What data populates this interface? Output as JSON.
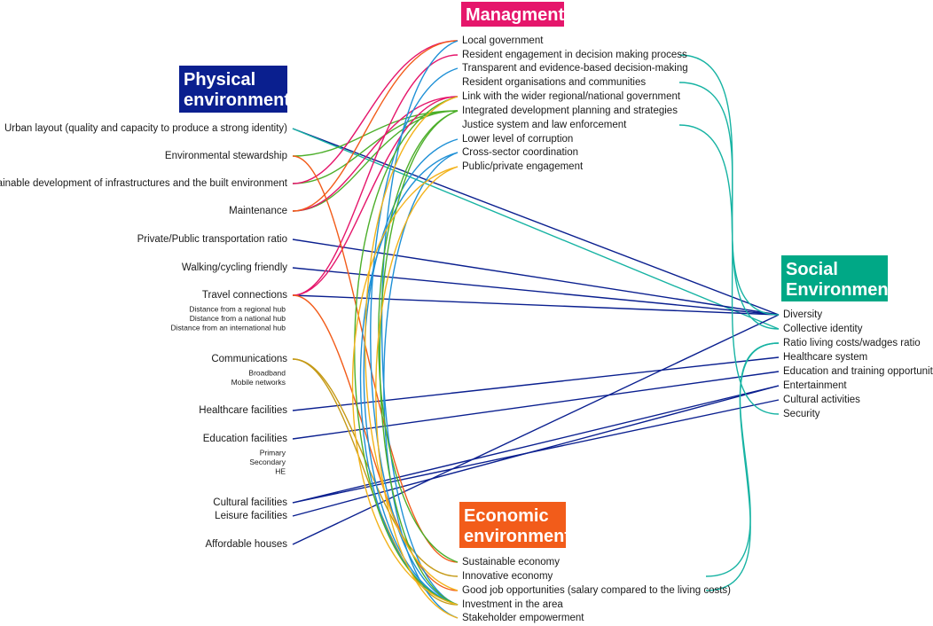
{
  "colors": {
    "physical": "#0a1f8f",
    "management": "#e5166b",
    "social": "#00a886",
    "economic": "#f25c1a",
    "navy": "#0a1f8f",
    "magenta": "#e5166b",
    "teal": "#17b3a3",
    "orange": "#f25c1a",
    "olive": "#c59a17",
    "green": "#4daf2b",
    "blue": "#1e90d6",
    "yellow": "#f3b31c"
  },
  "categories": {
    "physical": {
      "line1": "Physical",
      "line2": "environment"
    },
    "management": {
      "line1": "Managment"
    },
    "social": {
      "line1": "Social",
      "line2": "Environment"
    },
    "economic": {
      "line1": "Economic",
      "line2": "environment"
    }
  },
  "physical_items": [
    {
      "id": "urban",
      "label": "Urban layout (quality and capacity to produce a strong identity)"
    },
    {
      "id": "envstew",
      "label": "Environmental stewardship"
    },
    {
      "id": "sustinfra",
      "label": "Sustainable development of infrastructures and the built environment"
    },
    {
      "id": "maint",
      "label": "Maintenance"
    },
    {
      "id": "ppt",
      "label": "Private/Public transportation ratio"
    },
    {
      "id": "walk",
      "label": "Walking/cycling friendly"
    },
    {
      "id": "travel",
      "label": "Travel connections",
      "subs": [
        "Distance from a regional hub",
        "Distance from a national hub",
        "Distance from an international hub"
      ]
    },
    {
      "id": "comms",
      "label": "Communications",
      "subs": [
        "Broadband",
        "Mobile networks"
      ]
    },
    {
      "id": "healthfac",
      "label": "Healthcare facilities"
    },
    {
      "id": "edufac",
      "label": "Education facilities",
      "subs": [
        "Primary",
        "Secondary",
        "HE"
      ]
    },
    {
      "id": "cultfac",
      "label": "Cultural facilities"
    },
    {
      "id": "leisfac",
      "label": "Leisure facilities"
    },
    {
      "id": "afford",
      "label": "Affordable houses"
    }
  ],
  "management_items": [
    {
      "id": "localgov",
      "label": "Local government"
    },
    {
      "id": "reseng",
      "label": "Resident engagement in decision making process"
    },
    {
      "id": "transp",
      "label": "Transparent and evidence-based decision-making"
    },
    {
      "id": "resorg",
      "label": "Resident organisations and communities"
    },
    {
      "id": "link",
      "label": "Link with the wider regional/national government"
    },
    {
      "id": "intdev",
      "label": "Integrated development planning and strategies"
    },
    {
      "id": "justice",
      "label": "Justice system and law enforcement"
    },
    {
      "id": "corrupt",
      "label": "Lower level of corruption"
    },
    {
      "id": "crosssec",
      "label": "Cross-sector coordination"
    },
    {
      "id": "pubpriv",
      "label": "Public/private engagement"
    }
  ],
  "social_items": [
    {
      "id": "diversity",
      "label": "Diversity"
    },
    {
      "id": "collid",
      "label": "Collective identity"
    },
    {
      "id": "ratio",
      "label": "Ratio living costs/wadges ratio"
    },
    {
      "id": "health",
      "label": "Healthcare system"
    },
    {
      "id": "edutrain",
      "label": "Education and training opportunities"
    },
    {
      "id": "entert",
      "label": "Entertainment"
    },
    {
      "id": "cultact",
      "label": "Cultural activities"
    },
    {
      "id": "security",
      "label": "Security"
    }
  ],
  "economic_items": [
    {
      "id": "susteco",
      "label": "Sustainable economy"
    },
    {
      "id": "innov",
      "label": "Innovative economy"
    },
    {
      "id": "goodjob",
      "label": "Good job opportunities (salary compared to the living costs)"
    },
    {
      "id": "invest",
      "label": "Investment in the area"
    },
    {
      "id": "stake",
      "label": "Stakeholder empowerment"
    }
  ],
  "links": [
    {
      "from": "urban",
      "to": "diversity",
      "color": "navy"
    },
    {
      "from": "urban",
      "to": "collid",
      "color": "teal"
    },
    {
      "from": "ppt",
      "to": "diversity",
      "color": "navy"
    },
    {
      "from": "walk",
      "to": "diversity",
      "color": "navy"
    },
    {
      "from": "travel",
      "to": "diversity",
      "color": "navy"
    },
    {
      "from": "healthfac",
      "to": "health",
      "color": "navy"
    },
    {
      "from": "edufac",
      "to": "edutrain",
      "color": "navy"
    },
    {
      "from": "cultfac",
      "to": "entert",
      "color": "navy"
    },
    {
      "from": "cultfac",
      "to": "cultact",
      "color": "navy"
    },
    {
      "from": "leisfac",
      "to": "entert",
      "color": "navy"
    },
    {
      "from": "afford",
      "to": "diversity",
      "color": "navy"
    },
    {
      "from": "envstew",
      "to": "intdev",
      "color": "green"
    },
    {
      "from": "sustinfra",
      "to": "intdev",
      "color": "green"
    },
    {
      "from": "sustinfra",
      "to": "localgov",
      "color": "magenta"
    },
    {
      "from": "maint",
      "to": "intdev",
      "color": "green"
    },
    {
      "from": "maint",
      "to": "link",
      "color": "magenta"
    },
    {
      "from": "travel",
      "to": "link",
      "color": "magenta"
    },
    {
      "from": "travel",
      "to": "reseng",
      "color": "magenta"
    },
    {
      "from": "envstew",
      "to": "susteco",
      "color": "orange"
    },
    {
      "from": "travel",
      "to": "goodjob",
      "color": "orange"
    },
    {
      "from": "comms",
      "to": "innov",
      "color": "olive"
    },
    {
      "from": "comms",
      "to": "invest",
      "color": "olive"
    },
    {
      "from": "maint",
      "to": "localgov",
      "color": "orange"
    },
    {
      "from": "reseng",
      "to": "collid",
      "color": "teal"
    },
    {
      "from": "resorg",
      "to": "diversity",
      "color": "teal"
    },
    {
      "from": "justice",
      "to": "security",
      "color": "teal"
    },
    {
      "from": "innov",
      "to": "ratio",
      "color": "teal"
    },
    {
      "from": "goodjob",
      "to": "ratio",
      "color": "teal"
    },
    {
      "from": "localgov",
      "to": "invest",
      "color": "blue"
    },
    {
      "from": "transp",
      "to": "invest",
      "color": "blue"
    },
    {
      "from": "corrupt",
      "to": "invest",
      "color": "blue"
    },
    {
      "from": "crosssec",
      "to": "invest",
      "color": "blue"
    },
    {
      "from": "crosssec",
      "to": "stake",
      "color": "blue"
    },
    {
      "from": "intdev",
      "to": "susteco",
      "color": "green"
    },
    {
      "from": "intdev",
      "to": "invest",
      "color": "green"
    },
    {
      "from": "link",
      "to": "invest",
      "color": "green"
    },
    {
      "from": "pubpriv",
      "to": "stake",
      "color": "yellow"
    },
    {
      "from": "pubpriv",
      "to": "invest",
      "color": "yellow"
    },
    {
      "from": "link",
      "to": "goodjob",
      "color": "yellow"
    }
  ]
}
